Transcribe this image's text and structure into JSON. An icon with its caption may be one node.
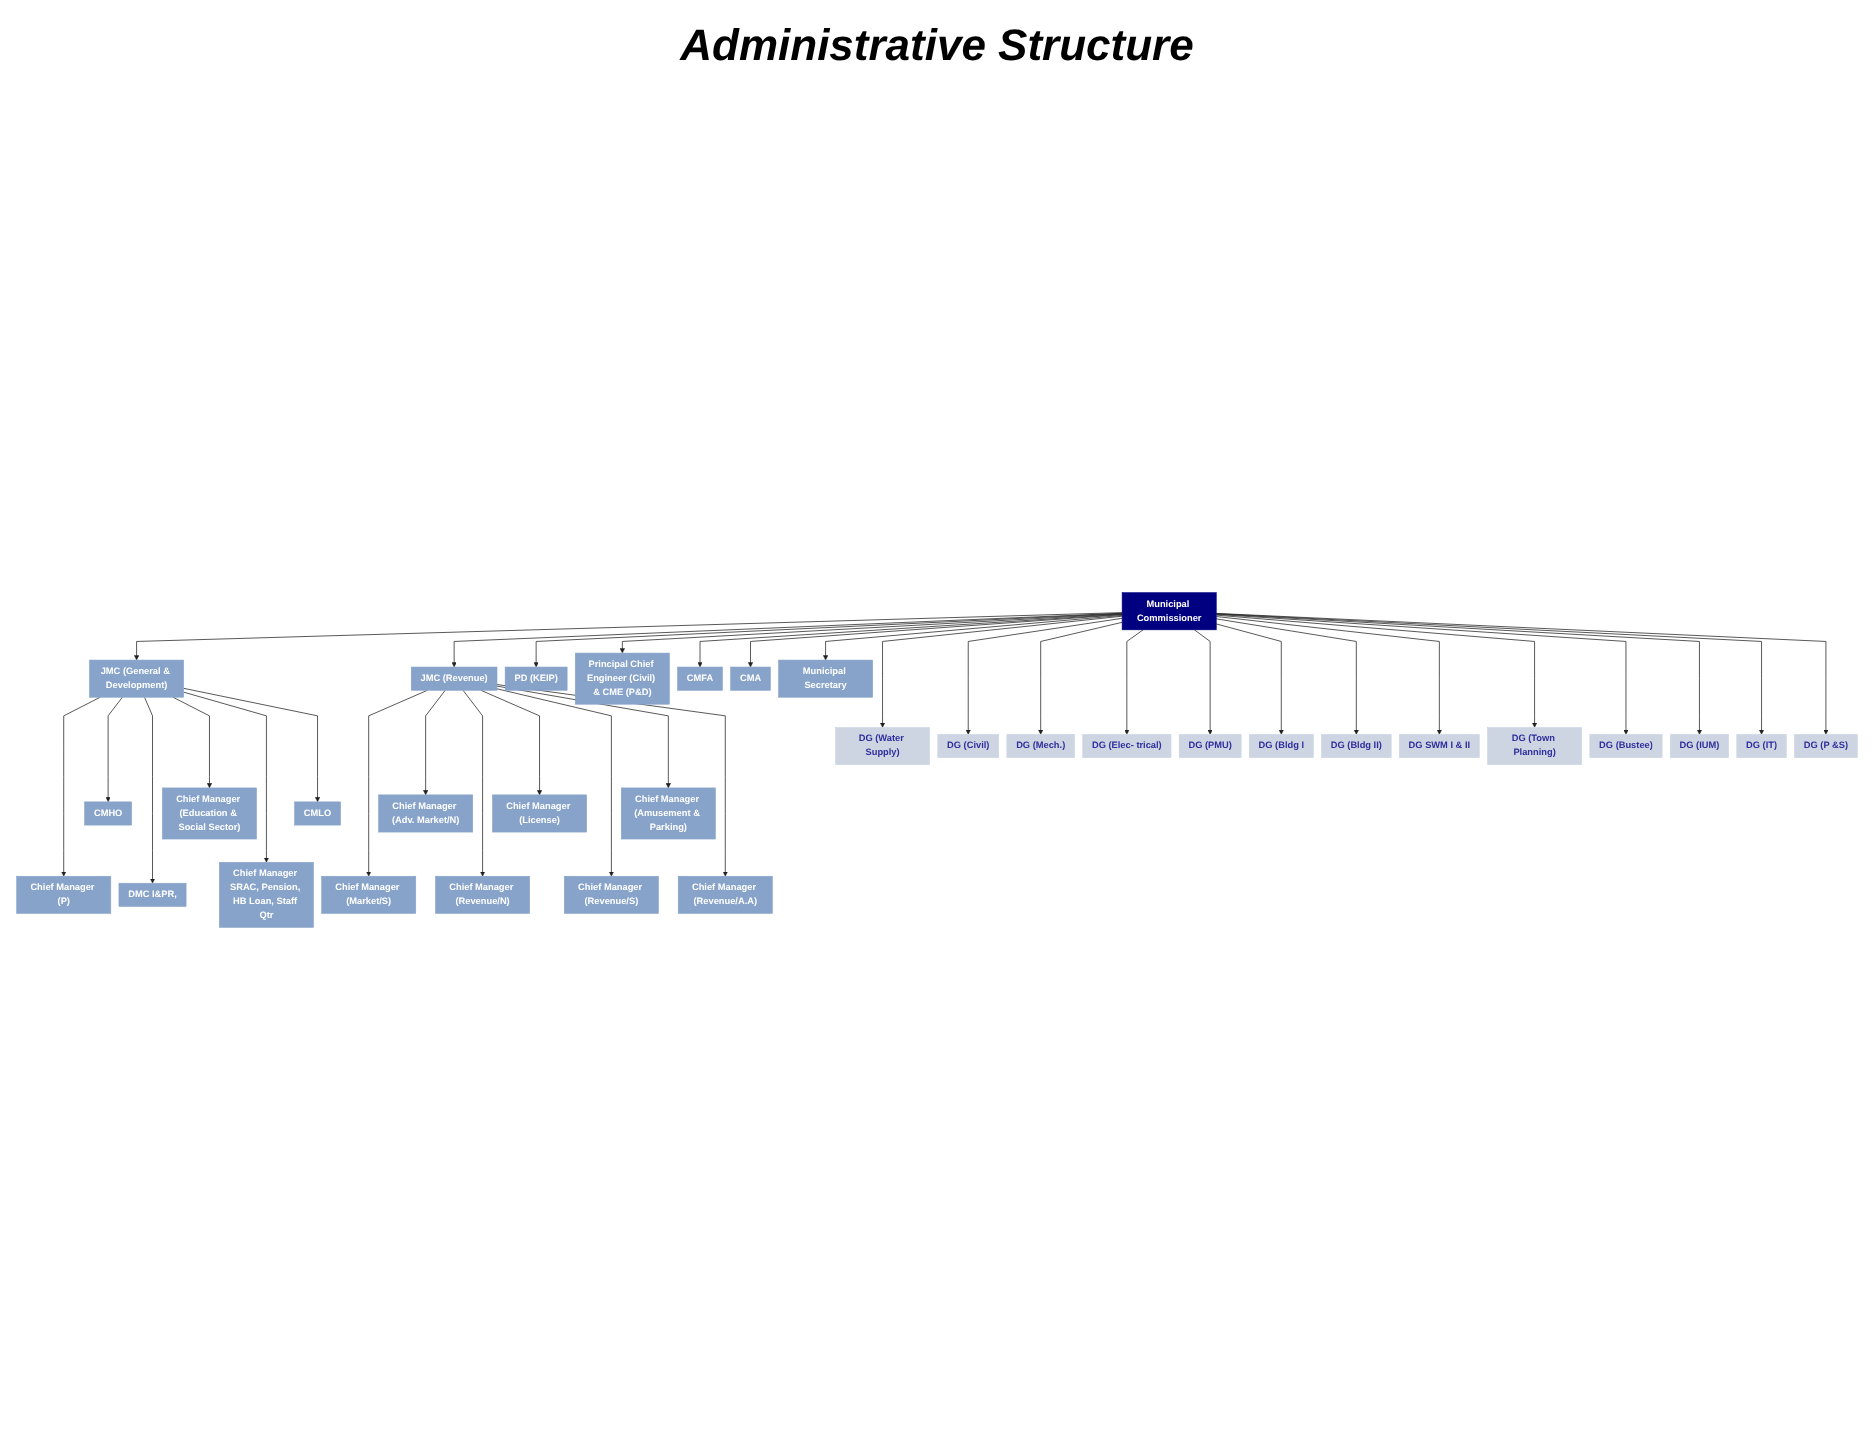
{
  "diagram": {
    "title": "Administrative Structure",
    "nodes": [
      {
        "text": [
          "Municipal Commissioner"
        ]
      },
      {
        "text": [
          "JMC (General & Development)"
        ]
      },
      {
        "text": [
          "JMC (Revenue)"
        ]
      },
      {
        "text": [
          "PD (KEIP)"
        ]
      },
      {
        "text": [
          "Principal Chief Engineer (Civil) & CME (P&D)"
        ]
      },
      {
        "text": [
          "CMFA"
        ]
      },
      {
        "text": [
          "CMA"
        ]
      },
      {
        "text": [
          "Municipal Secretary"
        ]
      },
      {
        "text": [
          "DG (Water Supply)"
        ]
      },
      {
        "text": [
          "DG (Civil)"
        ]
      },
      {
        "text": [
          "DG (Mech.)"
        ]
      },
      {
        "text": [
          "DG (Elec- trical)"
        ]
      },
      {
        "text": [
          "DG (PMU)"
        ]
      },
      {
        "text": [
          "DG (Bldg I"
        ]
      },
      {
        "text": [
          "DG (Bldg II)"
        ]
      },
      {
        "text": [
          "DG SWM I & II"
        ]
      },
      {
        "text": [
          "DG (Town Planning)"
        ]
      },
      {
        "text": [
          "DG (Bustee)"
        ]
      },
      {
        "text": [
          "DG (IUM)"
        ]
      },
      {
        "text": [
          "DG (IT)"
        ]
      },
      {
        "text": [
          "DG (P &S)"
        ]
      },
      {
        "text": [
          "CMHO"
        ]
      },
      {
        "text": [
          "Chief Manager (Education & Social Sector)"
        ]
      },
      {
        "text": [
          "CMLO"
        ]
      },
      {
        "text": [
          "Chief Manager (Adv. Market/N)"
        ]
      },
      {
        "text": [
          "Chief Manager (License)"
        ]
      },
      {
        "text": [
          "Chief Manager (Amusement & Parking)"
        ]
      },
      {
        "text": [
          "Chief Manager (P)"
        ]
      },
      {
        "text": [
          "DMC I&PR,"
        ]
      },
      {
        "text": [
          "Chief Manager SRAC, Pension, HB Loan, Staff Qtr"
        ]
      },
      {
        "text": [
          "Chief Manager (Market/S)"
        ]
      },
      {
        "text": [
          "Chief Manager (Revenue/N)"
        ]
      },
      {
        "text": [
          "Chief Manager (Revenue/S)"
        ]
      },
      {
        "text": [
          "Chief Manager (Revenue/A.A)"
        ]
      }
    ],
    "edges": [
      {
        "from": 0,
        "to": 1,
        "arrow": "to"
      },
      {
        "from": 0,
        "to": 2,
        "arrow": "to"
      },
      {
        "from": 0,
        "to": 3,
        "arrow": "to"
      },
      {
        "from": 0,
        "to": 4,
        "arrow": "to"
      },
      {
        "from": 0,
        "to": 5,
        "arrow": "to"
      },
      {
        "from": 0,
        "to": 6,
        "arrow": "to"
      },
      {
        "from": 0,
        "to": 7,
        "arrow": "to"
      },
      {
        "from": 0,
        "to": 8,
        "arrow": "to"
      },
      {
        "from": 0,
        "to": 9,
        "arrow": "to"
      },
      {
        "from": 0,
        "to": 10,
        "arrow": "to"
      },
      {
        "from": 0,
        "to": 11,
        "arrow": "to"
      },
      {
        "from": 0,
        "to": 12,
        "arrow": "to"
      },
      {
        "from": 0,
        "to": 13,
        "arrow": "to"
      },
      {
        "from": 0,
        "to": 14,
        "arrow": "to"
      },
      {
        "from": 0,
        "to": 15,
        "arrow": "to"
      },
      {
        "from": 0,
        "to": 16,
        "arrow": "to"
      },
      {
        "from": 0,
        "to": 17,
        "arrow": "to"
      },
      {
        "from": 0,
        "to": 18,
        "arrow": "to"
      },
      {
        "from": 0,
        "to": 19,
        "arrow": "to"
      },
      {
        "from": 0,
        "to": 20,
        "arrow": "to"
      },
      {
        "from": 1,
        "to": 27,
        "arrow": "to"
      },
      {
        "from": 1,
        "to": 21,
        "arrow": "to"
      },
      {
        "from": 1,
        "to": 28,
        "arrow": "to"
      },
      {
        "from": 1,
        "to": 22,
        "arrow": "to"
      },
      {
        "from": 1,
        "to": 29,
        "arrow": "to"
      },
      {
        "from": 1,
        "to": 23,
        "arrow": "to"
      },
      {
        "from": 2,
        "to": 30,
        "arrow": "to"
      },
      {
        "from": 2,
        "to": 24,
        "arrow": "to"
      },
      {
        "from": 2,
        "to": 31,
        "arrow": "to"
      },
      {
        "from": 2,
        "to": 25,
        "arrow": "to"
      },
      {
        "from": 2,
        "to": 32,
        "arrow": "to"
      },
      {
        "from": 2,
        "to": 26,
        "arrow": "to"
      },
      {
        "from": 2,
        "to": 33,
        "arrow": "to"
      }
    ]
  }
}
